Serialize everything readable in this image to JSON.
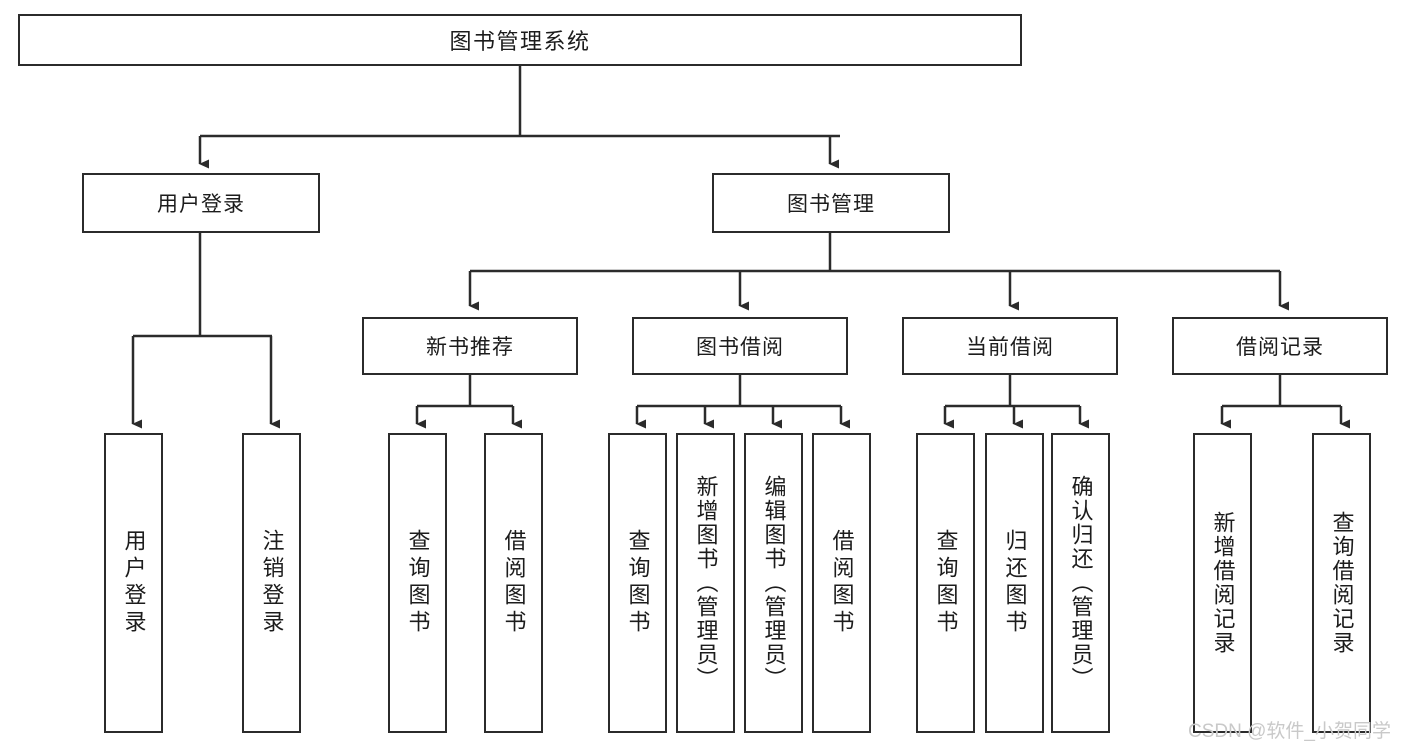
{
  "diagram": {
    "title": "图书管理系统",
    "type": "hierarchy-tree",
    "background": "#ffffff",
    "line_color": "#2b2b2b",
    "text_color": "#1c1c1c",
    "root": {
      "label": "图书管理系统"
    },
    "level2": [
      {
        "label": "用户登录"
      },
      {
        "label": "图书管理"
      }
    ],
    "level3": [
      {
        "label": "新书推荐"
      },
      {
        "label": "图书借阅"
      },
      {
        "label": "当前借阅"
      },
      {
        "label": "借阅记录"
      }
    ],
    "leaves": {
      "user_login": [
        {
          "label": "用户登录"
        },
        {
          "label": "注销登录"
        }
      ],
      "new_book_recommend": [
        {
          "label": "查询图书"
        },
        {
          "label": "借阅图书"
        }
      ],
      "book_borrow": [
        {
          "label": "查询图书"
        },
        {
          "label": "新增图书（管理员）"
        },
        {
          "label": "编辑图书（管理员）"
        },
        {
          "label": "借阅图书"
        }
      ],
      "current_borrow": [
        {
          "label": "查询图书"
        },
        {
          "label": "归还图书"
        },
        {
          "label": "确认归还（管理员）"
        }
      ],
      "borrow_record": [
        {
          "label": "新增借阅记录"
        },
        {
          "label": "查询借阅记录"
        }
      ]
    }
  },
  "watermark": {
    "text": "CSDN @软件_小贺同学"
  }
}
